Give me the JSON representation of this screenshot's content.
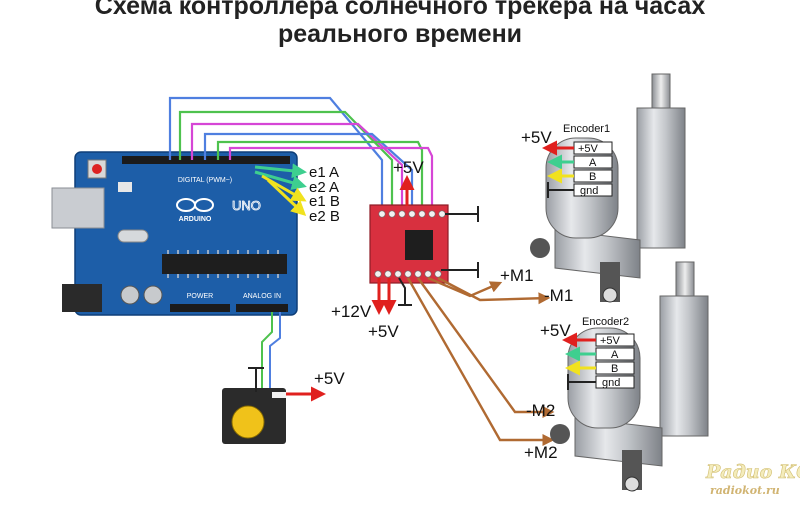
{
  "title": {
    "line1": "Схема контроллера солнечного трекера на часах",
    "line2": "реального времени"
  },
  "arduino": {
    "brand": "ARDUINO",
    "model": "UNO",
    "digital_label": "DIGITAL (PWM~)",
    "power_label": "POWER",
    "analog_label": "ANALOG IN"
  },
  "signal_labels": {
    "e1a": "e1 A",
    "e2a": "e2 A",
    "e1b": "e1 B",
    "e2b": "e2 B"
  },
  "driver_labels": {
    "plus5v_top": "+5V",
    "plus12v": "+12V",
    "plus5v_bottom": "+5V",
    "m1_plus": "+M1",
    "m1_minus": "-M1",
    "m2_minus": "-M2",
    "m2_plus": "+M2"
  },
  "rtc_labels": {
    "plus5v": "+5V"
  },
  "encoder1": {
    "title": "Encoder1",
    "supply": "+5V",
    "rows": [
      "+5V",
      "A",
      "B",
      "gnd"
    ]
  },
  "encoder2": {
    "title": "Encoder2",
    "supply": "+5V",
    "rows": [
      "+5V",
      "A",
      "B",
      "gnd"
    ]
  },
  "watermark": {
    "line1": "Радио КОТ",
    "line2": "radiokot.ru"
  },
  "colors": {
    "board_blue": "#1d5ea8",
    "driver_red": "#d8303f",
    "wire_blue": "#4f7fe0",
    "wire_green": "#4ec24e",
    "wire_magenta": "#d646d6",
    "wire_brown": "#b06a32",
    "arrow_red": "#e0201e",
    "arrow_green": "#3ecf8f",
    "arrow_yellow": "#f1e21e"
  }
}
